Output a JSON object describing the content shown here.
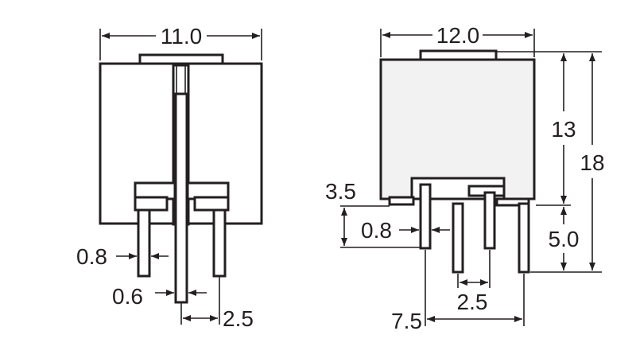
{
  "colors": {
    "line": "#231f20",
    "body_fill": "#f2f2f2",
    "background": "#ffffff"
  },
  "front_view": {
    "width_label": "11.0",
    "pin_width_label": "0.8",
    "center_pin_width_label": "0.6",
    "pin_pitch_label": "2.5"
  },
  "side_view": {
    "width_label": "12.0",
    "body_height_label": "13",
    "total_height_label": "18",
    "standoff_label": "3.5",
    "pin_width_label": "0.8",
    "pin_length_label": "5.0",
    "pin_pitch_label": "2.5",
    "row_spacing_label": "7.5"
  }
}
